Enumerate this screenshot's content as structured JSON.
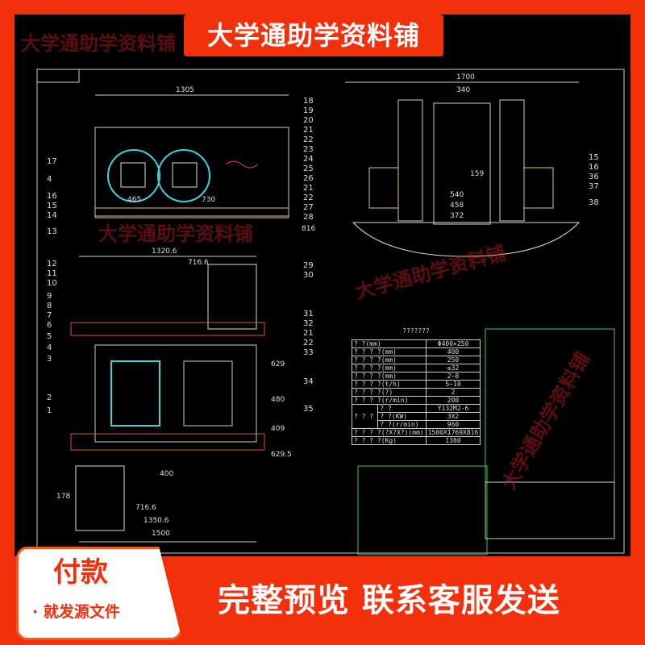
{
  "banner": {
    "title": "大学通助学资料铺"
  },
  "watermark": "大学通助学资料铺",
  "drawing": {
    "front_view_dims": [
      "1305",
      "465",
      "730",
      "816"
    ],
    "side_view_dims": [
      "1700",
      "340",
      "540",
      "458",
      "372",
      "159"
    ],
    "plan_view_dims": [
      "1320.6",
      "716.6",
      "400",
      "716.6",
      "1350.6",
      "1500",
      "629",
      "480",
      "409",
      "629.5",
      "178"
    ],
    "part_numbers_left": [
      "17",
      "4",
      "16",
      "15",
      "14",
      "13",
      "12",
      "11",
      "10",
      "9",
      "8",
      "7",
      "6",
      "5",
      "4",
      "3",
      "2",
      "1"
    ],
    "part_numbers_right": [
      "18",
      "19",
      "20",
      "21",
      "22",
      "23",
      "24",
      "25",
      "26",
      "21",
      "22",
      "27",
      "28",
      "29",
      "30",
      "31",
      "32",
      "21",
      "22",
      "33",
      "34",
      "35"
    ],
    "side_part_numbers": [
      "15",
      "16",
      "36",
      "37",
      "38"
    ]
  },
  "spec_table": {
    "title": "???????",
    "rows": [
      {
        "label": "?     ?(mm)",
        "value": "Φ400×250"
      },
      {
        "label": "? ? ? ?(mm)",
        "value": "400"
      },
      {
        "label": "? ? ? ?(mm)",
        "value": "250"
      },
      {
        "label": "? ? ? ?(mm)",
        "value": "≤32"
      },
      {
        "label": "? ? ? ?(mm)",
        "value": "2~8"
      },
      {
        "label": "? ? ? ?(t/h)",
        "value": "5~10"
      },
      {
        "label": "? ? ? ?(?)",
        "value": "2"
      },
      {
        "label": "? ? ? ?(r/min)",
        "value": "200"
      },
      {
        "group": "? ? ?",
        "label": "?  ?",
        "value": "Y132M2-6"
      },
      {
        "label": "?  ?(KW)",
        "value": "3X2"
      },
      {
        "label": "?  ?(r/min)",
        "value": "960"
      },
      {
        "label": "? ? ? ?(?X?X?)(mm)",
        "value": "1500X1769X816"
      },
      {
        "label": "? ? ? ?(Kg)",
        "value": "1380"
      }
    ]
  },
  "footer": {
    "pay_title": "付款",
    "pay_subtitle": "· 就发源文件",
    "cta": "完整预览  联系客服发送"
  },
  "colors": {
    "brand_red": "#f42f0c",
    "drawing_bg": "#000000",
    "cad_cyan": "#3fd0d8",
    "cad_green": "#3ccf4e",
    "cad_yellow": "#e0d040"
  }
}
